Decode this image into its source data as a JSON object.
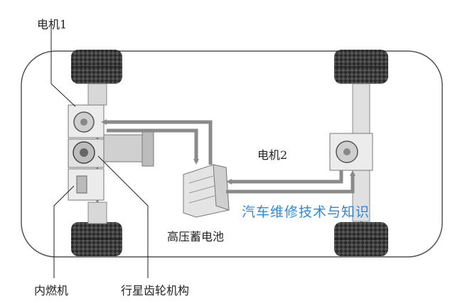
{
  "labels": {
    "motor1": "电机1",
    "motor2": "电机2",
    "battery": "高压蓄电池",
    "engine": "内燃机",
    "planetary_gear": "行星齿轮机构"
  },
  "watermark": "汽车维修技术与知识",
  "colors": {
    "arrow": "#8a8a8a",
    "outline": "#555555",
    "tire": "#2b2b2b",
    "watermark": "#2f87d9"
  }
}
